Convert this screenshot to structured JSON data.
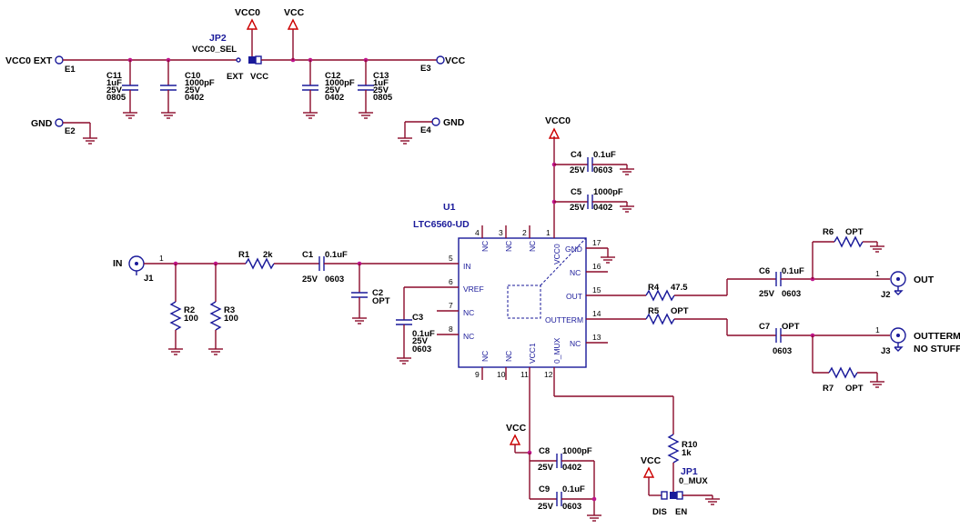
{
  "nets": {
    "vcc0_ext": "VCC0 EXT",
    "vcc0_top": "VCC0",
    "vcc_top": "VCC",
    "vcc_right": "VCC",
    "gnd_left": "GND",
    "gnd_right": "GND",
    "vcc0_u1": "VCC0",
    "vcc_c8": "VCC",
    "vcc_jp1": "VCC"
  },
  "terminals": {
    "e1": "E1",
    "e2": "E2",
    "e3": "E3",
    "e4": "E4"
  },
  "jp2": {
    "ref": "JP2",
    "name": "VCC0_SEL",
    "pin_a": "EXT",
    "pin_b": "VCC"
  },
  "jp1": {
    "ref": "JP1",
    "name": "0_MUX",
    "pin_a": "DIS",
    "pin_b": "EN"
  },
  "u1": {
    "ref": "U1",
    "part": "LTC6560-UD",
    "pins": {
      "in": "IN",
      "vref": "VREF",
      "nc7": "NC",
      "nc8": "NC",
      "gnd": "GND",
      "nc16": "NC",
      "out": "OUT",
      "outterm": "OUTTERM",
      "nc13": "NC",
      "nc4": "NC",
      "nc3": "NC",
      "nc2": "NC",
      "vcc0": "VCC0",
      "nc9": "NC",
      "nc10": "NC",
      "vcc1": "VCC1",
      "omux": "0_MUX"
    },
    "pin_numbers": {
      "p1": "1",
      "p2": "2",
      "p3": "3",
      "p4": "4",
      "p5": "5",
      "p6": "6",
      "p7": "7",
      "p8": "8",
      "p9": "9",
      "p10": "10",
      "p11": "11",
      "p12": "12",
      "p13": "13",
      "p14": "14",
      "p15": "15",
      "p16": "16",
      "p17": "17"
    }
  },
  "components": {
    "c11": {
      "ref": "C11",
      "v1": "1uF",
      "v2": "25V",
      "v3": "0805"
    },
    "c10": {
      "ref": "C10",
      "v1": "1000pF",
      "v2": "25V",
      "v3": "0402"
    },
    "c12": {
      "ref": "C12",
      "v1": "1000pF",
      "v2": "25V",
      "v3": "0402"
    },
    "c13": {
      "ref": "C13",
      "v1": "1uF",
      "v2": "25V",
      "v3": "0805"
    },
    "c4": {
      "ref": "C4",
      "value": "0.1uF",
      "voltage": "25V",
      "size": "0603"
    },
    "c5": {
      "ref": "C5",
      "value": "1000pF",
      "voltage": "25V",
      "size": "0402"
    },
    "r1": {
      "ref": "R1",
      "value": "2k"
    },
    "c1": {
      "ref": "C1",
      "value": "0.1uF",
      "voltage": "25V",
      "size": "0603"
    },
    "c2": {
      "ref": "C2",
      "value": "OPT"
    },
    "c3": {
      "ref": "C3",
      "value": "0.1uF",
      "voltage": "25V",
      "size": "0603"
    },
    "r2": {
      "ref": "R2",
      "value": "100"
    },
    "r3": {
      "ref": "R3",
      "value": "100"
    },
    "r4": {
      "ref": "R4",
      "value": "47.5"
    },
    "r5": {
      "ref": "R5",
      "value": "OPT"
    },
    "r6": {
      "ref": "R6",
      "value": "OPT"
    },
    "r7": {
      "ref": "R7",
      "value": "OPT"
    },
    "c6": {
      "ref": "C6",
      "value": "0.1uF",
      "voltage": "25V",
      "size": "0603"
    },
    "c7": {
      "ref": "C7",
      "value": "OPT",
      "size": "0603"
    },
    "c8": {
      "ref": "C8",
      "value": "1000pF",
      "voltage": "25V",
      "size": "0402"
    },
    "c9": {
      "ref": "C9",
      "value": "0.1uF",
      "voltage": "25V",
      "size": "0603"
    },
    "r10": {
      "ref": "R10",
      "value": "1k"
    }
  },
  "connectors": {
    "j1": {
      "ref": "J1",
      "net": "IN",
      "pin": "1"
    },
    "j2": {
      "ref": "J2",
      "net": "OUT",
      "pin": "1"
    },
    "j3": {
      "ref": "J3",
      "net": "OUTTERM",
      "note": "NO STUFF",
      "pin": "1"
    }
  }
}
